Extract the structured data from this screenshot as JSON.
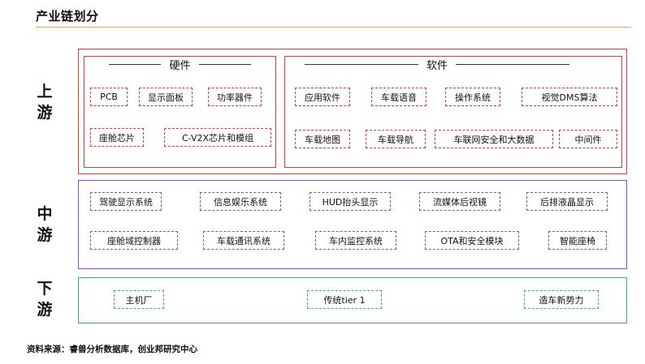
{
  "title": "产业链划分",
  "tiers": {
    "upstream": {
      "label_chars": [
        "上",
        "游"
      ]
    },
    "midstream": {
      "label_chars": [
        "中",
        "游"
      ]
    },
    "downstream": {
      "label_chars": [
        "下",
        "游"
      ]
    }
  },
  "upstream": {
    "hardware": {
      "title": "硬件",
      "items": [
        "PCB",
        "显示面板",
        "功率器件",
        "座舱芯片",
        "C-V2X芯片和模组"
      ]
    },
    "software": {
      "title": "软件",
      "items": [
        "应用软件",
        "车载语音",
        "操作系统",
        "视觉DMS算法",
        "车载地图",
        "车载导航",
        "车联网安全和大数据",
        "中间件"
      ]
    }
  },
  "midstream": {
    "items": [
      "驾驶显示系统",
      "信息娱乐系统",
      "HUD抬头显示",
      "流媒体后视镜",
      "后排液晶显示",
      "座舱域控制器",
      "车载通讯系统",
      "车内监控系统",
      "OTA和安全模块",
      "智能座椅"
    ]
  },
  "downstream": {
    "items": [
      "主机厂",
      "传统tier 1",
      "造车新势力"
    ]
  },
  "source": "资料来源：睿兽分析数据库，创业邦研究中心",
  "colors": {
    "upstream": "#e0393a",
    "midstream": "#8a4dbf",
    "downstream": "#3bb55c",
    "title_rule": "#f0a060"
  }
}
